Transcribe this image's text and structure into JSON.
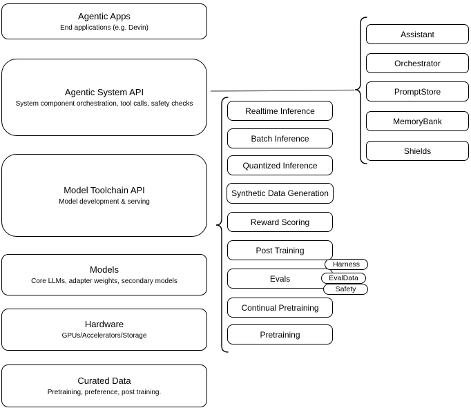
{
  "left_stack": [
    {
      "title": "Agentic Apps",
      "subtitle": "End applications (e.g. Devin)"
    },
    {
      "title": "Agentic System API",
      "subtitle": "System component orchestration, tool calls, safety checks"
    },
    {
      "title": "Model Toolchain API",
      "subtitle": "Model development & serving"
    },
    {
      "title": "Models",
      "subtitle": "Core LLMs, adapter weights, secondary models"
    },
    {
      "title": "Hardware",
      "subtitle": "GPUs/Accelerators/Storage"
    },
    {
      "title": "Curated Data",
      "subtitle": "Pretraining, preference, post training."
    }
  ],
  "toolchain_items": [
    "Realtime Inference",
    "Batch Inference",
    "Quantized Inference",
    "Synthetic Data Generation",
    "Reward Scoring",
    "Post Training",
    "Evals",
    "Continual Pretraining",
    "Pretraining"
  ],
  "eval_pills": [
    "Harness",
    "EvalData",
    "Safety"
  ],
  "system_components": [
    "Assistant",
    "Orchestrator",
    "PromptStore",
    "MemoryBank",
    "Shields"
  ],
  "colors": {
    "box_stroke": "#000000",
    "box_fill": "#ffffff",
    "connector": "#6e6e6e",
    "background": "#ffffff"
  }
}
